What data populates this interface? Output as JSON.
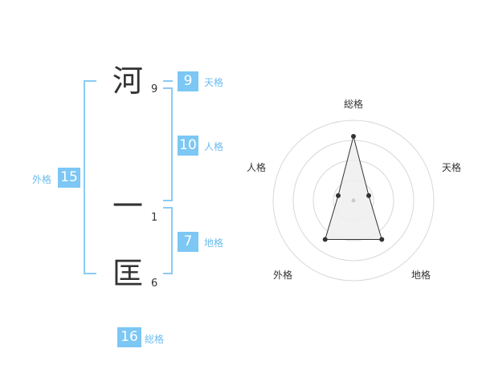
{
  "name": [
    {
      "char": "河",
      "strokes": "9"
    },
    {
      "char": "一",
      "strokes": "1"
    },
    {
      "char": "匡",
      "strokes": "6"
    }
  ],
  "fortunes": {
    "tenkaku": {
      "value": "9",
      "label": "天格"
    },
    "jinkaku": {
      "value": "10",
      "label": "人格"
    },
    "chikaku": {
      "value": "7",
      "label": "地格"
    },
    "gaikaku": {
      "value": "15",
      "label": "外格"
    },
    "soukaku": {
      "value": "16",
      "label": "総格"
    }
  },
  "colors": {
    "badge": "#7cc7f4",
    "bracket": "#8ccbf3",
    "radar_fill": "#eeeeee",
    "radar_grid": "#d8d8d8"
  },
  "chart_data": {
    "type": "radar",
    "axes": [
      "総格",
      "天格",
      "地格",
      "外格",
      "人格"
    ],
    "max": 5,
    "rings": 4,
    "values": [
      4,
      1,
      3,
      3,
      1
    ]
  }
}
